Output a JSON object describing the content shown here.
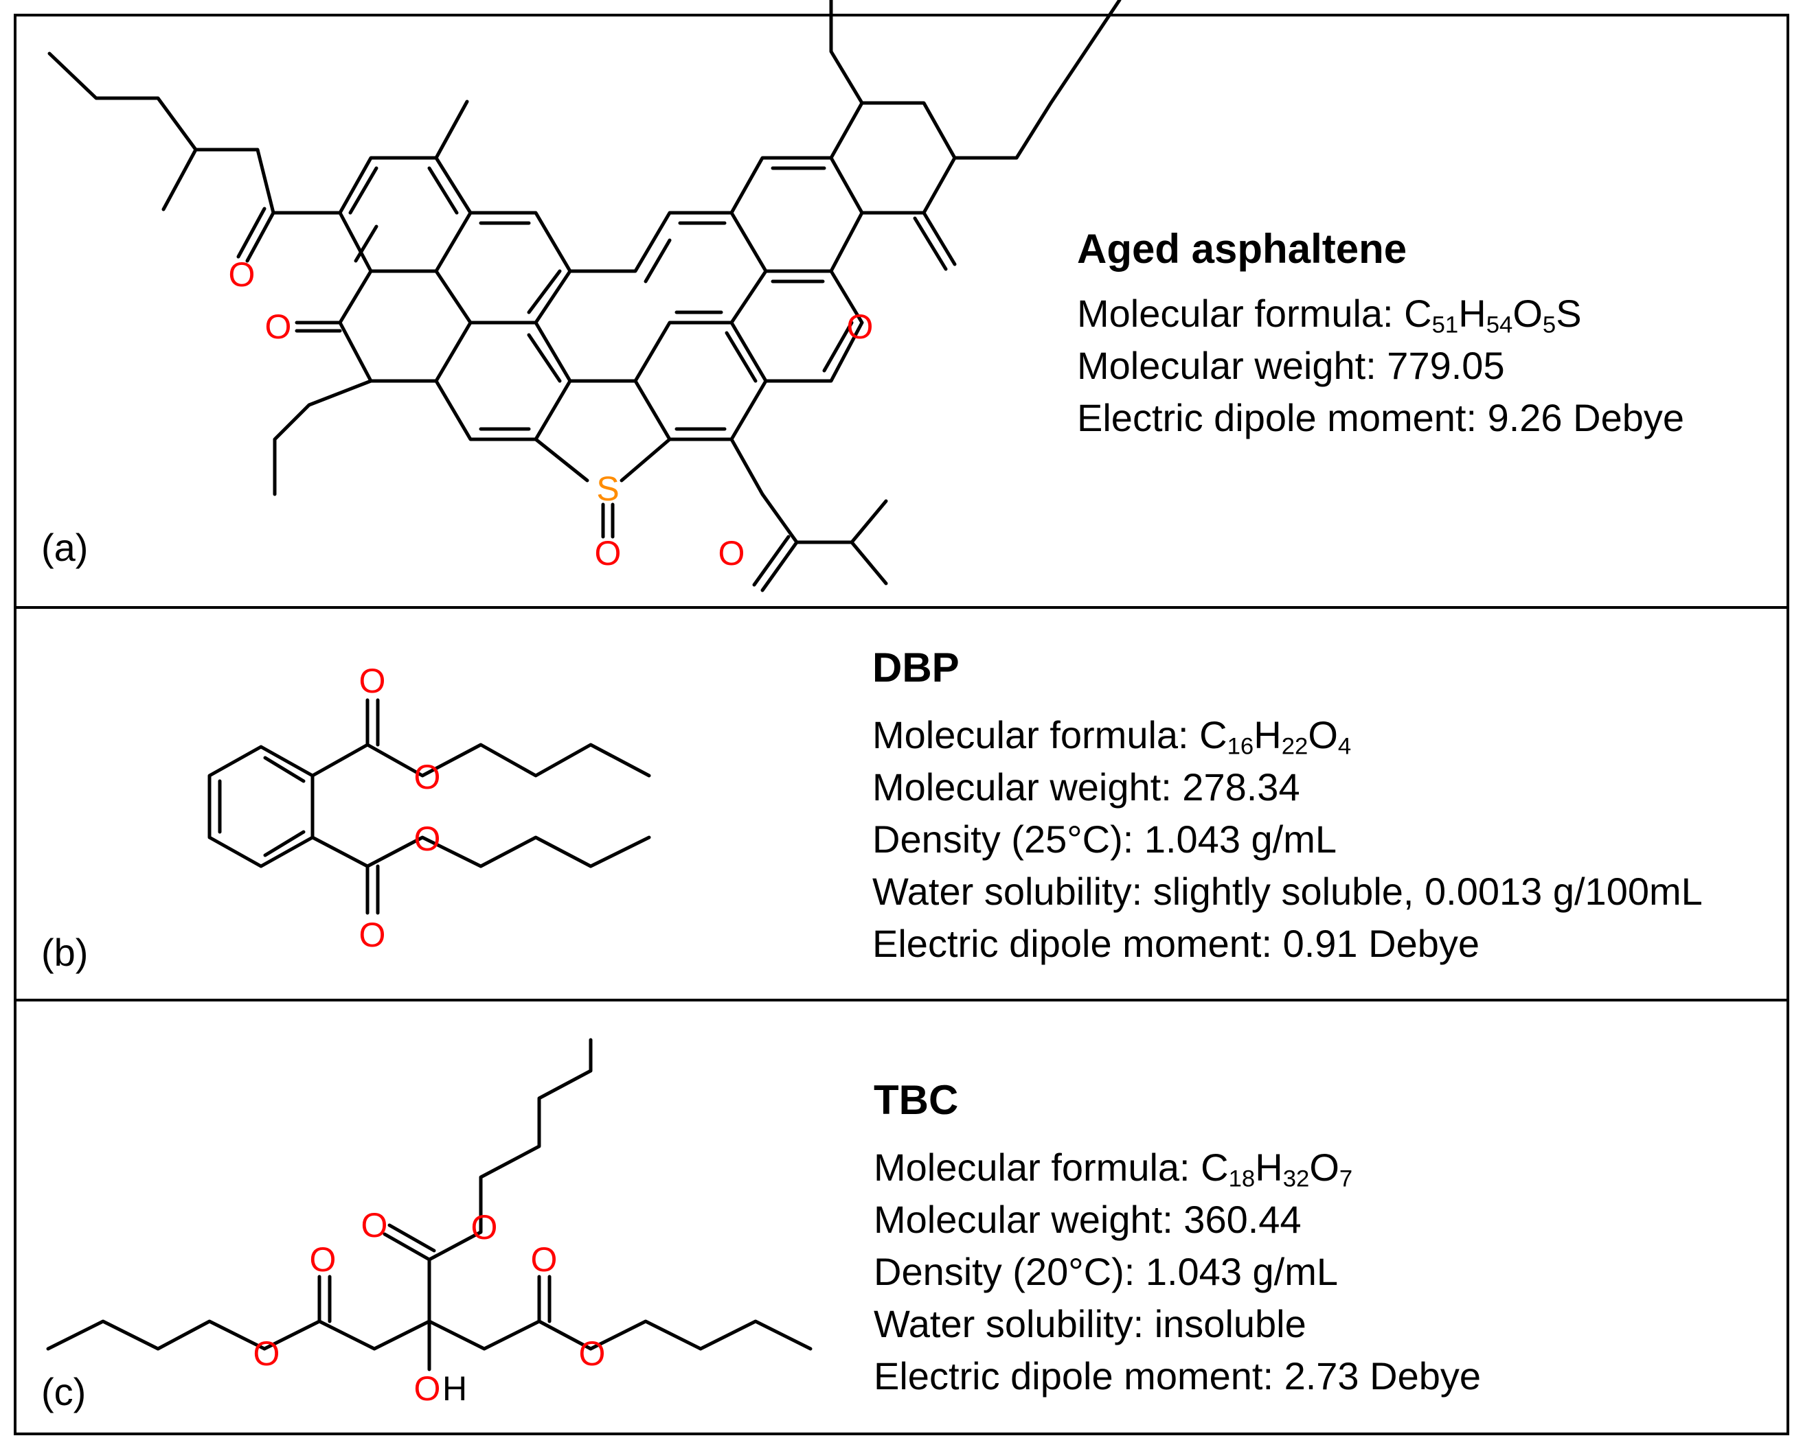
{
  "panels": [
    {
      "label": "(a)",
      "title": "Aged asphaltene",
      "formula": {
        "prefix": "Molecular formula: ",
        "c": "51",
        "h": "54",
        "o": "5",
        "suffix": "S"
      },
      "rows": [
        "Molecular weight: 779.05",
        "Electric dipole moment: 9.26 Debye"
      ]
    },
    {
      "label": "(b)",
      "title": "DBP",
      "formula": {
        "prefix": "Molecular formula: ",
        "c": "16",
        "h": "22",
        "o": "4",
        "suffix": ""
      },
      "rows": [
        "Molecular weight: 278.34",
        "Density (25°C): 1.043 g/mL",
        "Water solubility: slightly soluble, 0.0013 g/100mL",
        "Electric dipole moment: 0.91 Debye"
      ]
    },
    {
      "label": "(c)",
      "title": "TBC",
      "formula": {
        "prefix": "Molecular formula: ",
        "c": "18",
        "h": "32",
        "o": "7",
        "suffix": ""
      },
      "rows": [
        "Molecular weight: 360.44",
        "Density (20°C): 1.043 g/mL",
        "Water solubility: insoluble",
        "Electric dipole moment: 2.73 Debye"
      ]
    }
  ],
  "atoms": {
    "oxygen": "O",
    "sulfur": "S",
    "hydroxyl_o": "O",
    "hydroxyl_h": "H"
  },
  "colors": {
    "oxygen": "#ff0000",
    "sulfur": "#ff8c00",
    "line": "#000000"
  }
}
